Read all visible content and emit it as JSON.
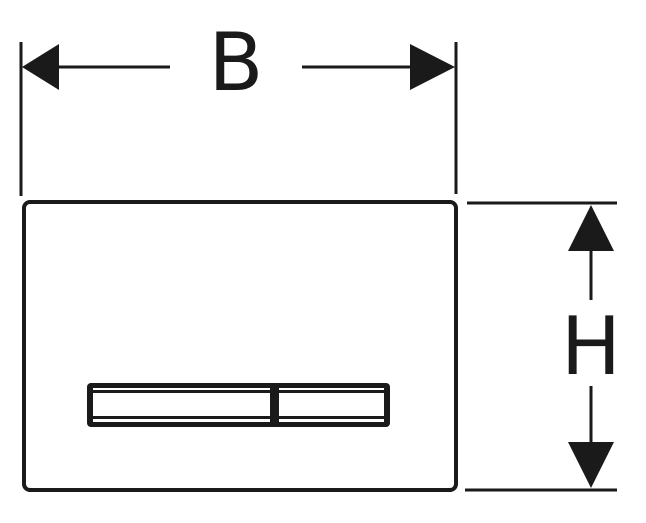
{
  "diagram": {
    "type": "dimension-drawing",
    "subject": "flush plate with dual actuation button",
    "colors": {
      "stroke": "#1a1a1a",
      "background": "#ffffff"
    },
    "dimensions": {
      "width": {
        "label": "B",
        "orientation": "horizontal"
      },
      "height": {
        "label": "H",
        "orientation": "vertical"
      }
    },
    "components": {
      "plate": "cover plate outline",
      "button_large": "large flush button",
      "button_small": "small flush button"
    }
  }
}
